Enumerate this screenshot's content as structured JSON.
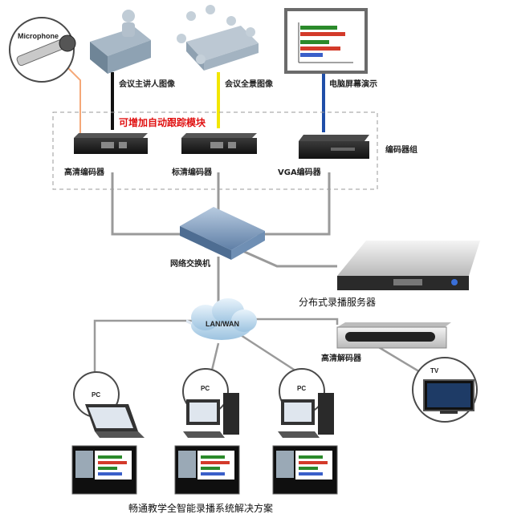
{
  "sources": {
    "microphone": "Microphone",
    "speaker_image": "会议主讲人图像",
    "panorama_image": "会议全景图像",
    "screen_demo": "电脑屏幕演示"
  },
  "tracking_note": "可增加自动跟踪模块",
  "encoders": {
    "hd": "高清编码器",
    "sd": "标清编码器",
    "vga": "VGA编码器",
    "group": "编码器组"
  },
  "network_switch": "网络交换机",
  "recording_server": "分布式录播服务器",
  "lan_wan": "LAN/WAN",
  "hd_decoder": "高清解码器",
  "tv": "TV",
  "pcs": [
    "PC",
    "PC",
    "PC"
  ],
  "colors": {
    "orange_line": "#f5a878",
    "black_line": "#111111",
    "yellow_line": "#f2e600",
    "blue_line": "#1f4ea8",
    "gray_line": "#9a9a9a",
    "accent_red": "#e01010"
  },
  "caption": "畅通教学全智能录播系统解决方案"
}
